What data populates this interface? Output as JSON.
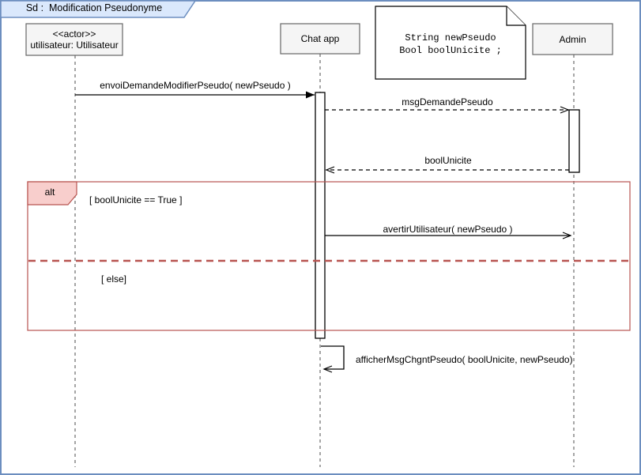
{
  "frame": {
    "title": "Sd :  Modification Pseudonyme"
  },
  "participants": [
    {
      "stereotype": "<<actor>>",
      "name": "utilisateur: Utilisateur"
    },
    {
      "name": "Chat app"
    },
    {
      "name": "Admin"
    }
  ],
  "note": {
    "lines": [
      "String newPseudo",
      "Bool boolUnicite ;"
    ]
  },
  "messages": [
    {
      "label": "envoiDemandeModifierPseudo( newPseudo )",
      "style": "solid-filled"
    },
    {
      "label": "msgDemandePseudo",
      "style": "dashed-open"
    },
    {
      "label": "boolUnicite",
      "style": "dashed-open"
    },
    {
      "label": "avertirUtilisateur( newPseudo )",
      "style": "solid-open"
    },
    {
      "label": "afficherMsgChgntPseudo( boolUnicite, newPseudo)",
      "style": "self-open"
    }
  ],
  "fragment": {
    "operator": "alt",
    "guards": [
      "[ boolUnicite == True ]",
      "[ else]"
    ]
  },
  "colors": {
    "frame_border": "#6c8ebf",
    "tab_fill": "#dae8fc",
    "box_fill": "#f5f5f5",
    "box_border": "#666666",
    "note_fill": "#ffffff",
    "fragment_border": "#b85450",
    "fragment_label_fill": "#f8cecc",
    "line": "#000000"
  }
}
